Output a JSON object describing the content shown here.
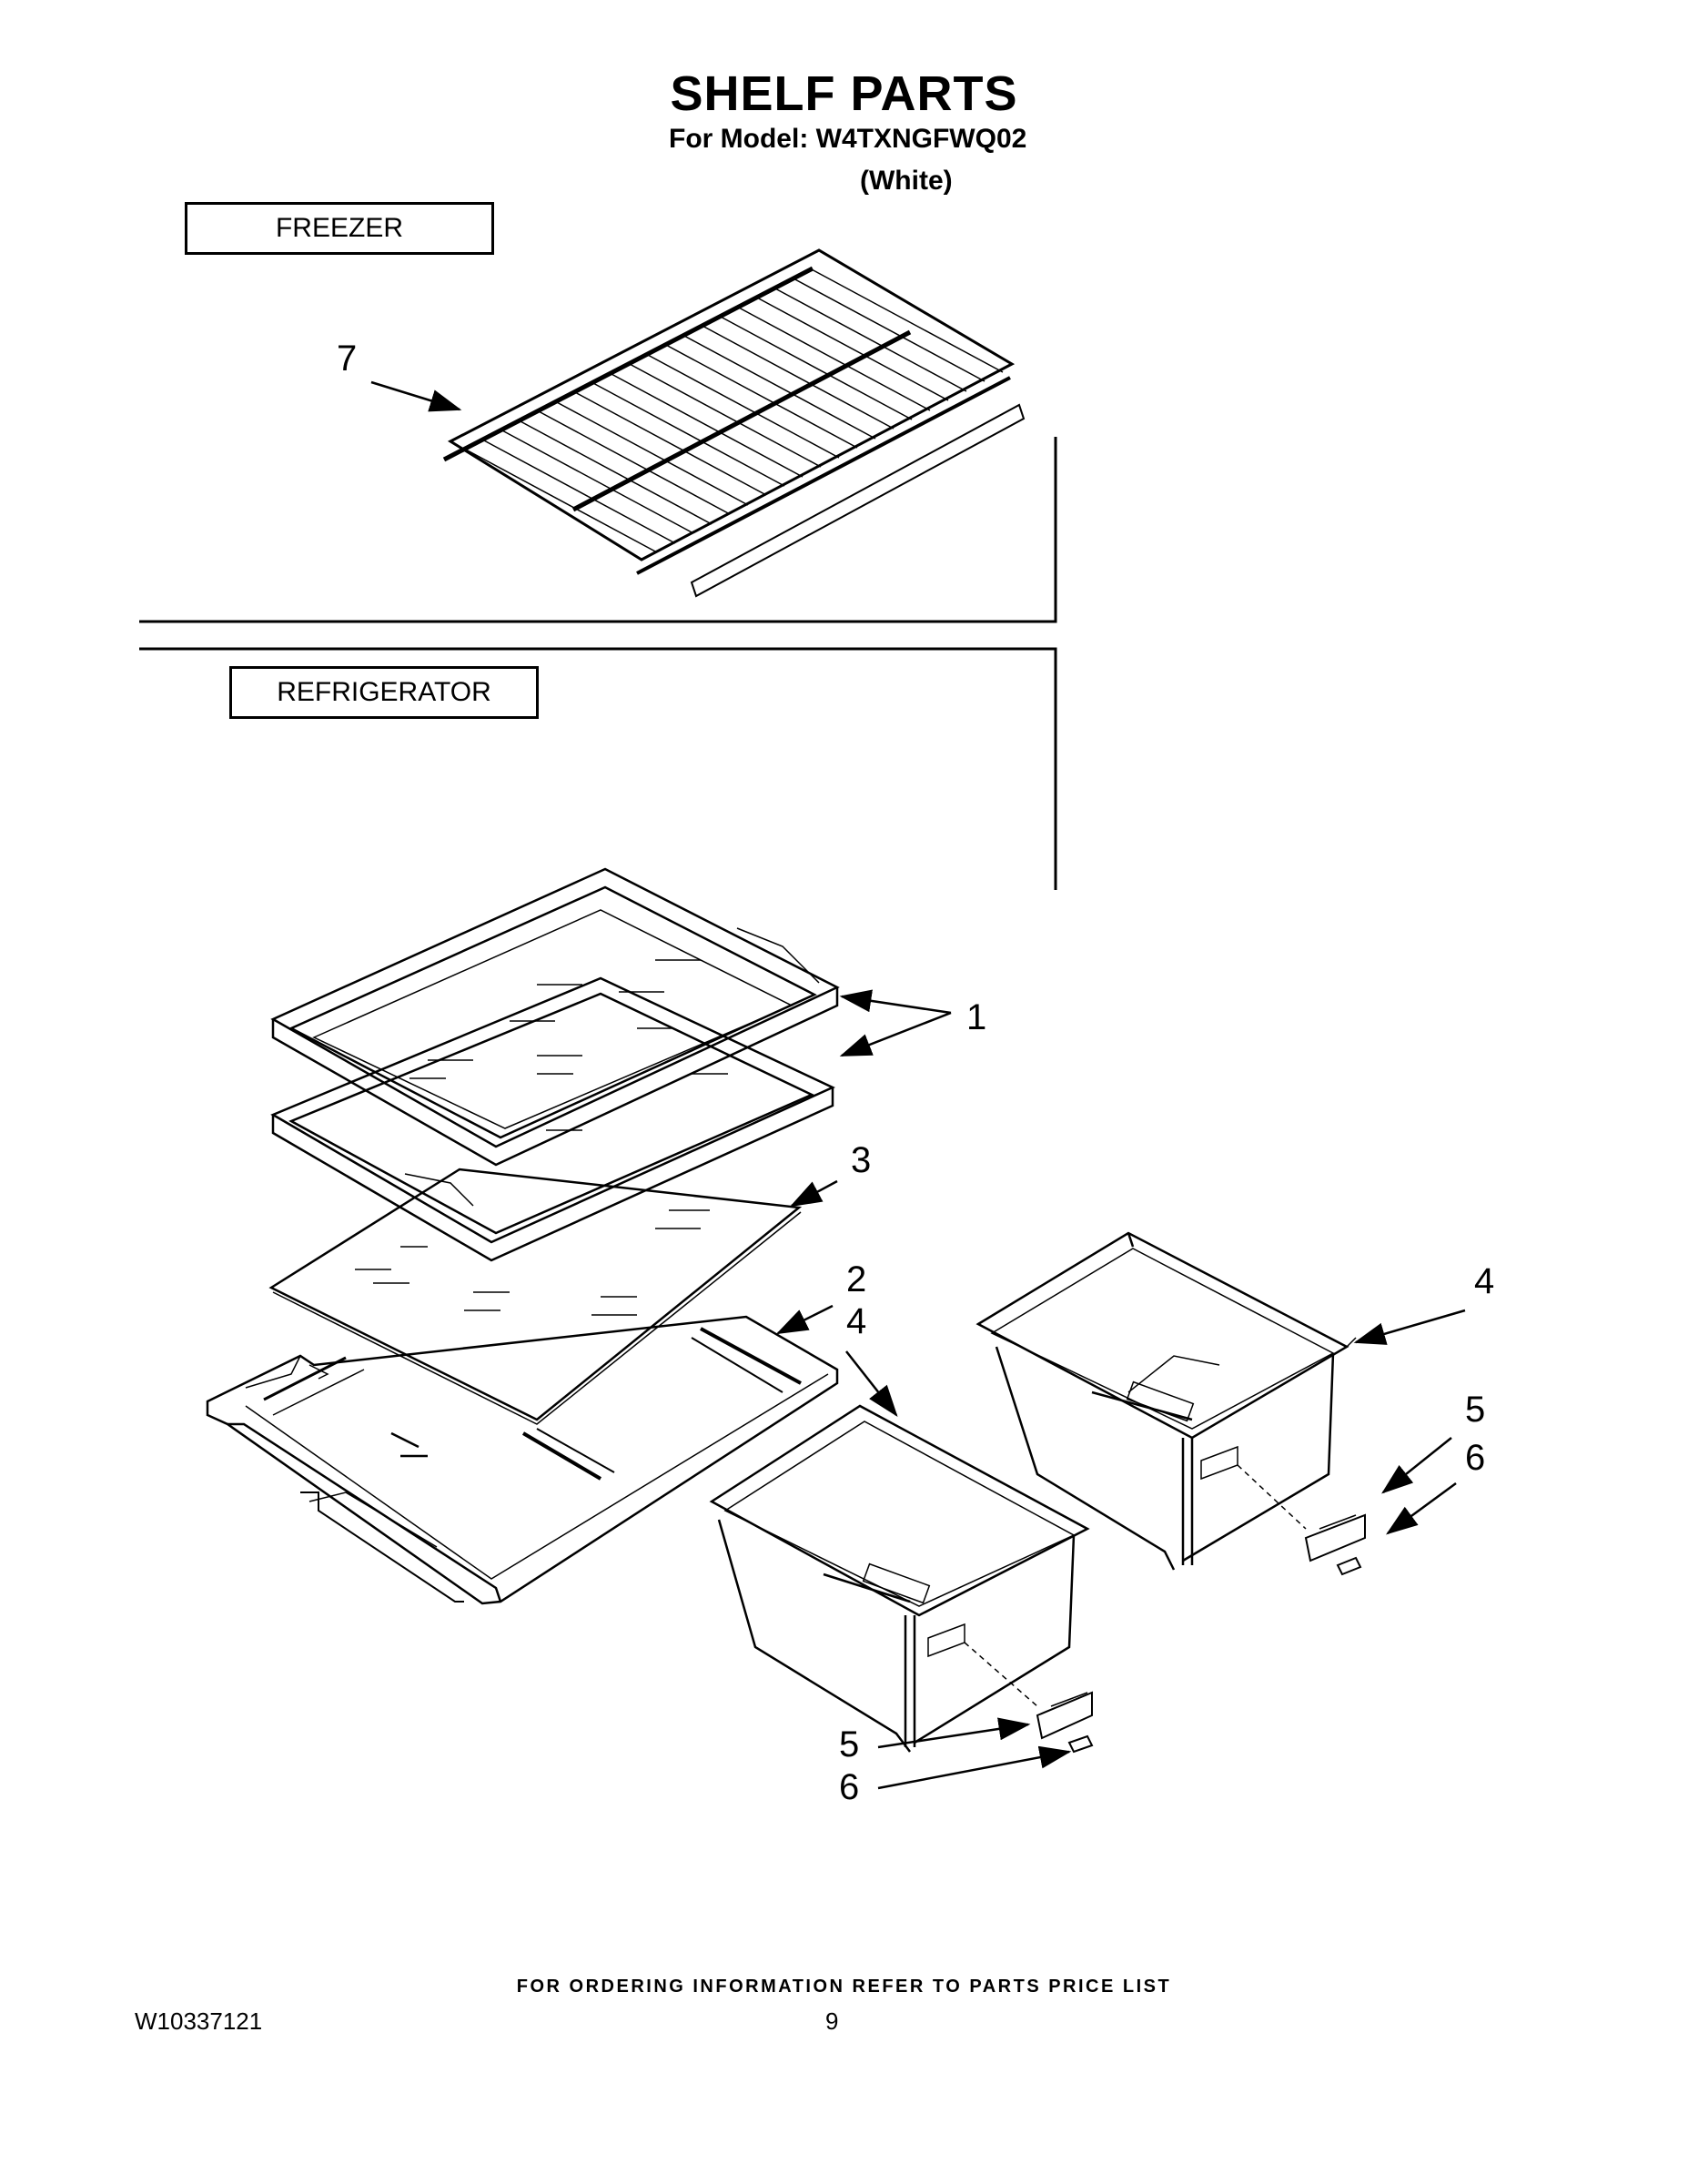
{
  "header": {
    "title": "SHELF PARTS",
    "model_line": "For Model: W4TXNGFWQ02",
    "color_line": "(White)"
  },
  "sections": {
    "freezer_label": "FREEZER",
    "refrigerator_label": "REFRIGERATOR"
  },
  "callouts": {
    "c7": "7",
    "c1": "1",
    "c3": "3",
    "c2": "2",
    "c4_left": "4",
    "c4_right": "4",
    "c5_right": "5",
    "c6_right": "6",
    "c5_left": "5",
    "c6_left": "6"
  },
  "footer": {
    "note": "FOR ORDERING INFORMATION REFER TO PARTS PRICE LIST",
    "doc_number": "W10337121",
    "page_number": "9"
  }
}
